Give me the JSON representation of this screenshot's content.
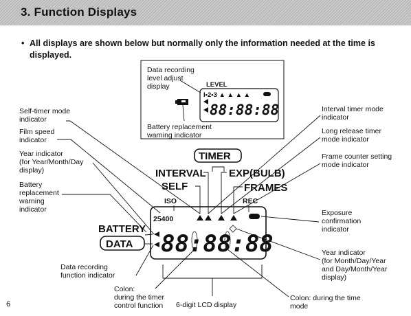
{
  "header": {
    "title": "3. Function Displays"
  },
  "intro": {
    "bullet": "•",
    "text": "All displays are shown below but normally only the information needed at the time is displayed."
  },
  "small_display": {
    "callout_top": [
      "Data recording",
      "level adjust",
      "display"
    ],
    "level_label": "LEVEL",
    "level_scale": "I•2•3 ▲ ▲ ▲ ▲",
    "digits": "88:88:88",
    "callout_bottom": [
      "Battery replacement",
      "warning indicator"
    ]
  },
  "main_display": {
    "timer_label": "TIMER",
    "interval_label": "INTERVAL",
    "self_label": "SELF",
    "exp_bulb_label": "EXP(BULB)",
    "frames_label": "FRAMES",
    "iso_label": "ISO",
    "rec_label": "REC",
    "battery_label": "BATTERY",
    "data_label": "DATA",
    "film_speed_value": "25400",
    "digits": "88:88:88"
  },
  "callouts": {
    "self_timer": [
      "Self-timer mode",
      "indicator"
    ],
    "film_speed": [
      "Film speed",
      "indicator"
    ],
    "year_ymd": [
      "Year indicator",
      "(for Year/Month/Day",
      "display)"
    ],
    "battery_warning": [
      "Battery",
      "replacement",
      "warning",
      "indicator"
    ],
    "interval_timer": [
      "Interval timer mode",
      "indicator"
    ],
    "long_release": [
      "Long release timer",
      "mode indicator"
    ],
    "frame_counter": [
      "Frame counter setting",
      "mode indicator"
    ],
    "exposure_confirm": [
      "Exposure",
      "confirmation",
      "indicator"
    ],
    "year_mdy": [
      "Year indicator",
      "(for Month/Day/Year",
      "and Day/Month/Year",
      "display)"
    ],
    "data_recording": [
      "Data recording",
      "function indicator"
    ],
    "colon_timer": [
      "Colon:",
      "during the timer",
      "control function"
    ],
    "lcd_6digit": "6-digit LCD display",
    "colon_time": [
      "Colon: during the time",
      "mode"
    ]
  },
  "page_number": "6"
}
